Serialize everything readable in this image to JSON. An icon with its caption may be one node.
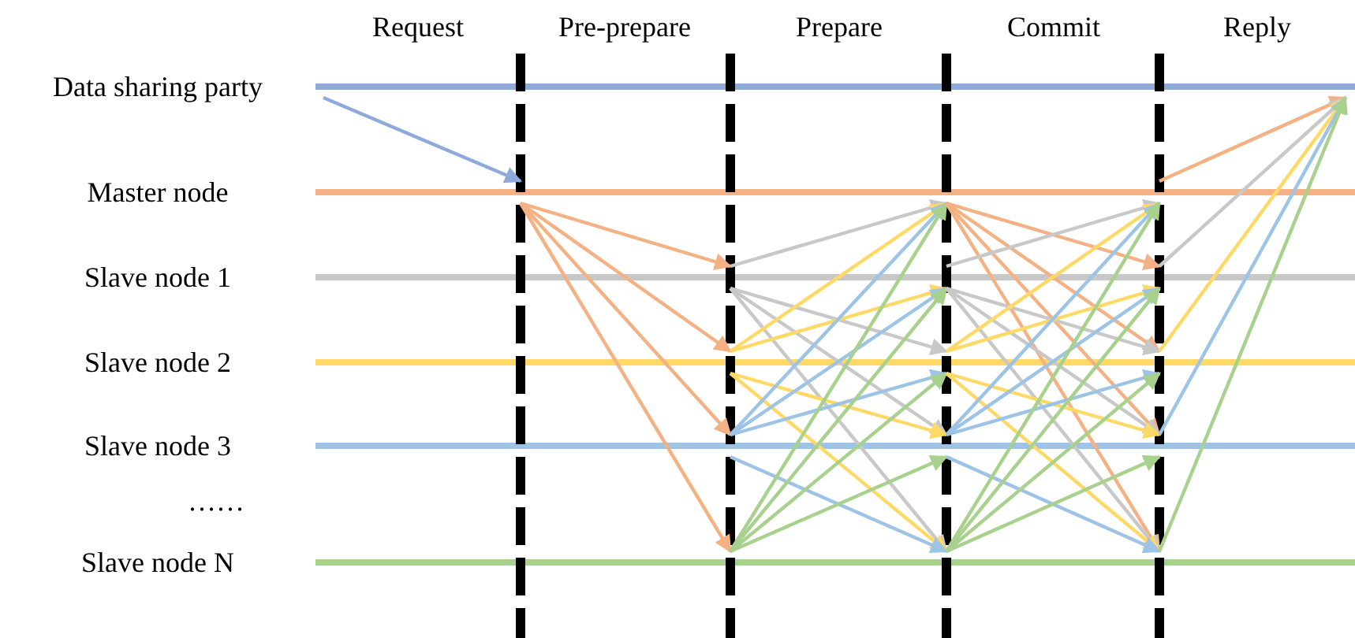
{
  "diagram": {
    "nodes": [
      {
        "text": [
          "Data sharing party"
        ]
      },
      {
        "text": [
          "Master node"
        ]
      },
      {
        "text": [
          "Slave node 1"
        ]
      },
      {
        "text": [
          "Slave node 2"
        ]
      },
      {
        "text": [
          "Slave node 3"
        ]
      },
      {
        "text": [
          "Slave node N"
        ]
      }
    ],
    "edges": [
      {
        "from": 0,
        "to": 1,
        "arrow": "to",
        "color": "#8eaadb"
      },
      {
        "from": 1,
        "to": 2,
        "arrow": "to",
        "color": "#f4b183"
      },
      {
        "from": 1,
        "to": 3,
        "arrow": "to",
        "color": "#f4b183"
      },
      {
        "from": 1,
        "to": 4,
        "arrow": "to",
        "color": "#f4b183"
      },
      {
        "from": 1,
        "to": 5,
        "arrow": "to",
        "color": "#f4b183"
      },
      {
        "from": 2,
        "to": 1,
        "arrow": "to",
        "color": "#c8c8c8"
      },
      {
        "from": 2,
        "to": 3,
        "arrow": "to",
        "color": "#c8c8c8"
      },
      {
        "from": 2,
        "to": 4,
        "arrow": "to",
        "color": "#c8c8c8"
      },
      {
        "from": 2,
        "to": 5,
        "arrow": "to",
        "color": "#c8c8c8"
      },
      {
        "from": 3,
        "to": 1,
        "arrow": "to",
        "color": "#ffd966"
      },
      {
        "from": 3,
        "to": 2,
        "arrow": "to",
        "color": "#ffd966"
      },
      {
        "from": 3,
        "to": 4,
        "arrow": "to",
        "color": "#ffd966"
      },
      {
        "from": 3,
        "to": 5,
        "arrow": "to",
        "color": "#ffd966"
      },
      {
        "from": 4,
        "to": 1,
        "arrow": "to",
        "color": "#9dc3e6"
      },
      {
        "from": 4,
        "to": 2,
        "arrow": "to",
        "color": "#9dc3e6"
      },
      {
        "from": 4,
        "to": 3,
        "arrow": "to",
        "color": "#9dc3e6"
      },
      {
        "from": 4,
        "to": 5,
        "arrow": "to",
        "color": "#9dc3e6"
      },
      {
        "from": 5,
        "to": 1,
        "arrow": "to",
        "color": "#a9d18e"
      },
      {
        "from": 5,
        "to": 2,
        "arrow": "to",
        "color": "#a9d18e"
      },
      {
        "from": 5,
        "to": 3,
        "arrow": "to",
        "color": "#a9d18e"
      },
      {
        "from": 5,
        "to": 4,
        "arrow": "to",
        "color": "#a9d18e"
      },
      {
        "from": 1,
        "to": 2,
        "arrow": "to",
        "color": "#f4b183"
      },
      {
        "from": 1,
        "to": 3,
        "arrow": "to",
        "color": "#f4b183"
      },
      {
        "from": 1,
        "to": 4,
        "arrow": "to",
        "color": "#f4b183"
      },
      {
        "from": 1,
        "to": 5,
        "arrow": "to",
        "color": "#f4b183"
      },
      {
        "from": 2,
        "to": 1,
        "arrow": "to",
        "color": "#c8c8c8"
      },
      {
        "from": 2,
        "to": 3,
        "arrow": "to",
        "color": "#c8c8c8"
      },
      {
        "from": 2,
        "to": 4,
        "arrow": "to",
        "color": "#c8c8c8"
      },
      {
        "from": 2,
        "to": 5,
        "arrow": "to",
        "color": "#c8c8c8"
      },
      {
        "from": 3,
        "to": 1,
        "arrow": "to",
        "color": "#ffd966"
      },
      {
        "from": 3,
        "to": 2,
        "arrow": "to",
        "color": "#ffd966"
      },
      {
        "from": 3,
        "to": 4,
        "arrow": "to",
        "color": "#ffd966"
      },
      {
        "from": 3,
        "to": 5,
        "arrow": "to",
        "color": "#ffd966"
      },
      {
        "from": 4,
        "to": 1,
        "arrow": "to",
        "color": "#9dc3e6"
      },
      {
        "from": 4,
        "to": 2,
        "arrow": "to",
        "color": "#9dc3e6"
      },
      {
        "from": 4,
        "to": 3,
        "arrow": "to",
        "color": "#9dc3e6"
      },
      {
        "from": 4,
        "to": 5,
        "arrow": "to",
        "color": "#9dc3e6"
      },
      {
        "from": 5,
        "to": 1,
        "arrow": "to",
        "color": "#a9d18e"
      },
      {
        "from": 5,
        "to": 2,
        "arrow": "to",
        "color": "#a9d18e"
      },
      {
        "from": 5,
        "to": 3,
        "arrow": "to",
        "color": "#a9d18e"
      },
      {
        "from": 5,
        "to": 4,
        "arrow": "to",
        "color": "#a9d18e"
      },
      {
        "from": 1,
        "to": 0,
        "arrow": "to",
        "color": "#f4b183"
      },
      {
        "from": 2,
        "to": 0,
        "arrow": "to",
        "color": "#c8c8c8"
      },
      {
        "from": 3,
        "to": 0,
        "arrow": "to",
        "color": "#ffd966"
      },
      {
        "from": 4,
        "to": 0,
        "arrow": "to",
        "color": "#9dc3e6"
      },
      {
        "from": 5,
        "to": 0,
        "arrow": "to",
        "color": "#a9d18e"
      }
    ],
    "labels": [
      "Request",
      "Pre-prepare",
      "Prepare",
      "Commit",
      "Reply",
      "……"
    ]
  }
}
